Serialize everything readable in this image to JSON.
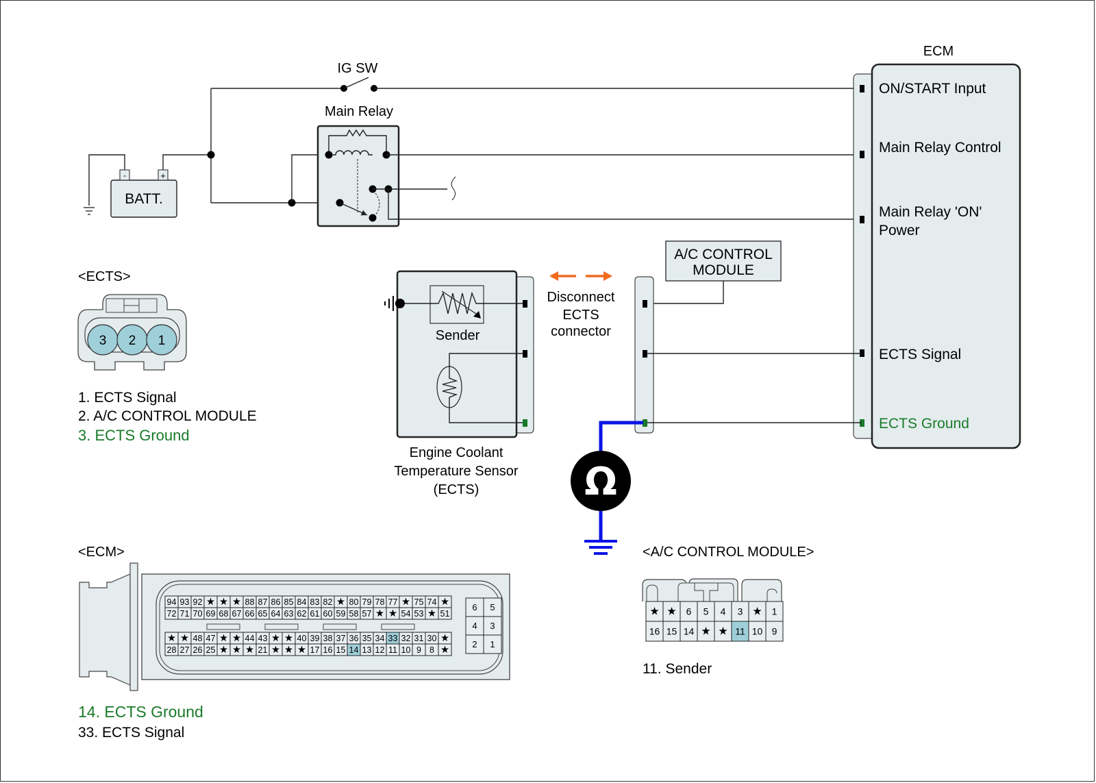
{
  "diagram": {
    "ig_switch_label": "IG SW",
    "main_relay_label": "Main Relay",
    "battery_label": "BATT.",
    "battery_neg": "-",
    "battery_pos": "+",
    "ecm": {
      "title": "ECM",
      "pins": [
        {
          "label": "ON/START Input",
          "color": "#000000"
        },
        {
          "label": "Main Relay Control",
          "color": "#000000"
        },
        {
          "label": "Main Relay 'ON'",
          "label2": "Power",
          "color": "#000000"
        },
        {
          "label": "ECTS Signal",
          "color": "#000000"
        },
        {
          "label": "ECTS Ground",
          "color": "#1a7a2a"
        }
      ]
    },
    "ac_module": {
      "line1": "A/C CONTROL",
      "line2": "MODULE"
    },
    "disconnect_note": {
      "line1": "Disconnect",
      "line2": "ECTS",
      "line3": "connector"
    },
    "sensor": {
      "sender_label": "Sender",
      "name_line1": "Engine Coolant",
      "name_line2": "Temperature Sensor",
      "name_line3": "(ECTS)"
    },
    "meter_symbol": "Ω",
    "colors": {
      "ground_wire": "#0a14e6",
      "arrow": "#f06a1e",
      "ground_text": "#1a7a2a",
      "highlight": "#9fcfd9"
    }
  },
  "ects_connector": {
    "title": "<ECTS>",
    "pins": [
      "3",
      "2",
      "1"
    ],
    "legend": [
      {
        "text": "1. ECTS Signal",
        "color": "#000000"
      },
      {
        "text": "2. A/C CONTROL MODULE",
        "color": "#000000"
      },
      {
        "text": "3. ECTS Ground",
        "color": "#1a7a2a"
      }
    ]
  },
  "ecm_connector": {
    "title": "<ECM>",
    "upper_rows": [
      [
        "94",
        "93",
        "92",
        "*",
        "*",
        "*",
        "88",
        "87",
        "86",
        "85",
        "84",
        "83",
        "82",
        "*",
        "80",
        "79",
        "78",
        "77",
        "*",
        "75",
        "74",
        "*"
      ],
      [
        "72",
        "71",
        "70",
        "69",
        "68",
        "67",
        "66",
        "65",
        "64",
        "63",
        "62",
        "61",
        "60",
        "59",
        "58",
        "57",
        "*",
        "*",
        "54",
        "53",
        "*",
        "51"
      ]
    ],
    "lower_rows": [
      [
        "*",
        "*",
        "48",
        "47",
        "*",
        "*",
        "44",
        "43",
        "*",
        "*",
        "40",
        "39",
        "38",
        "37",
        "36",
        "35",
        "34",
        "33",
        "32",
        "31",
        "30",
        "*"
      ],
      [
        "28",
        "27",
        "26",
        "25",
        "*",
        "*",
        "*",
        "21",
        "*",
        "*",
        "*",
        "17",
        "16",
        "15",
        "14",
        "13",
        "12",
        "11",
        "10",
        "9",
        "8",
        "*"
      ]
    ],
    "small_block": [
      [
        "6",
        "5"
      ],
      [
        "4",
        "3"
      ],
      [
        "2",
        "1"
      ]
    ],
    "highlighted": [
      "14",
      "33"
    ],
    "legend": [
      {
        "text": "14. ECTS Ground",
        "color": "#1a7a2a"
      },
      {
        "text": "33. ECTS Signal",
        "color": "#000000"
      }
    ]
  },
  "ac_connector": {
    "title": "<A/C CONTROL MODULE>",
    "rows": [
      [
        "*",
        "*",
        "6",
        "5",
        "4",
        "3",
        "*",
        "1"
      ],
      [
        "16",
        "15",
        "14",
        "*",
        "*",
        "11",
        "10",
        "9"
      ]
    ],
    "highlighted": [
      "11"
    ],
    "legend": [
      {
        "text": "11. Sender",
        "color": "#000000"
      }
    ]
  }
}
